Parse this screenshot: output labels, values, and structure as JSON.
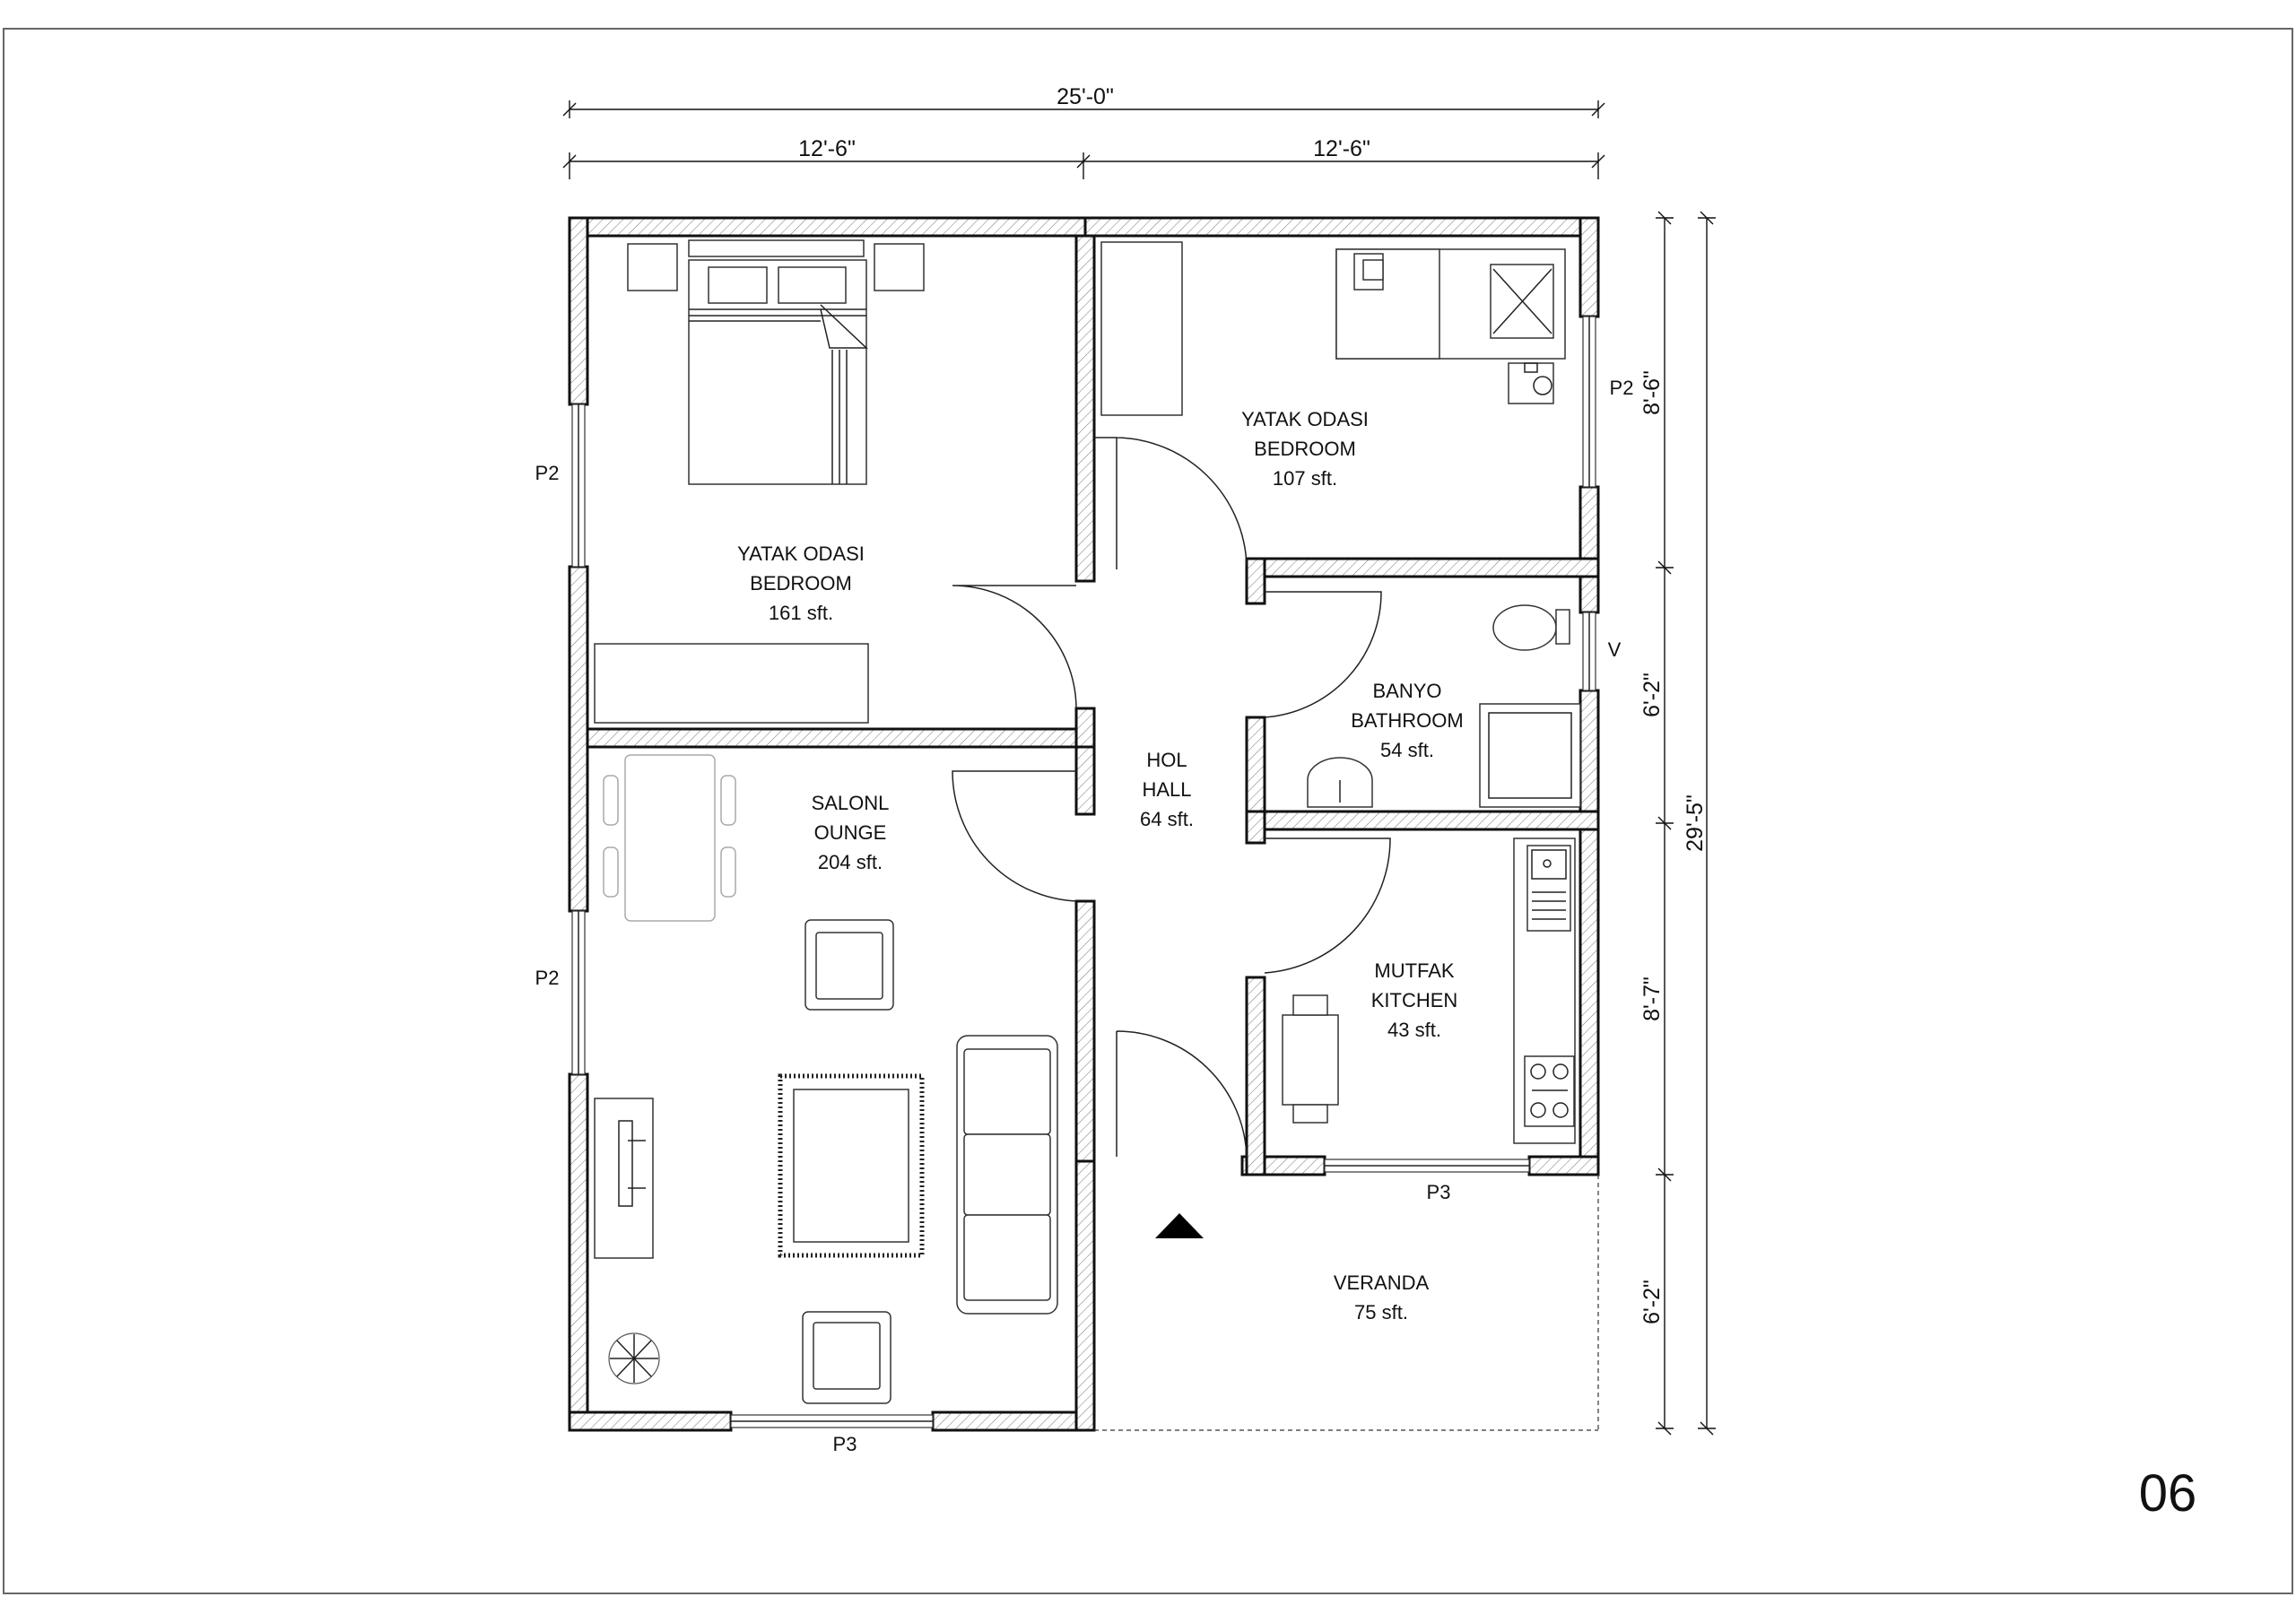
{
  "sheet_number": "06",
  "dimensions": {
    "top_total": "25'-0\"",
    "top_left": "12'-6\"",
    "top_right": "12'-6\"",
    "right_total": "29'-5\"",
    "right_1": "8'-6\"",
    "right_2": "6'-2\"",
    "right_3": "8'-7\"",
    "right_4": "6'-2\""
  },
  "rooms": {
    "bedroom1": {
      "line1": "YATAK ODASI",
      "line2": "BEDROOM",
      "area": "161 sft."
    },
    "bedroom2": {
      "line1": "YATAK ODASI",
      "line2": "BEDROOM",
      "area": "107 sft."
    },
    "bathroom": {
      "line1": "BANYO",
      "line2": "BATHROOM",
      "area": "54 sft."
    },
    "hall": {
      "line1": "HOL",
      "line2": "HALL",
      "area": "64 sft."
    },
    "lounge": {
      "line1": "SALONL",
      "line2": "OUNGE",
      "area": "204 sft."
    },
    "kitchen": {
      "line1": "MUTFAK",
      "line2": "KITCHEN",
      "area": "43 sft."
    },
    "veranda": {
      "line1": "VERANDA",
      "area": "75 sft."
    }
  },
  "window_tags": {
    "bedroom1_west": "P2",
    "bedroom2_east": "P2",
    "bathroom_east": "V",
    "lounge_west": "P2",
    "kitchen_south": "P3",
    "lounge_south": "P3"
  }
}
